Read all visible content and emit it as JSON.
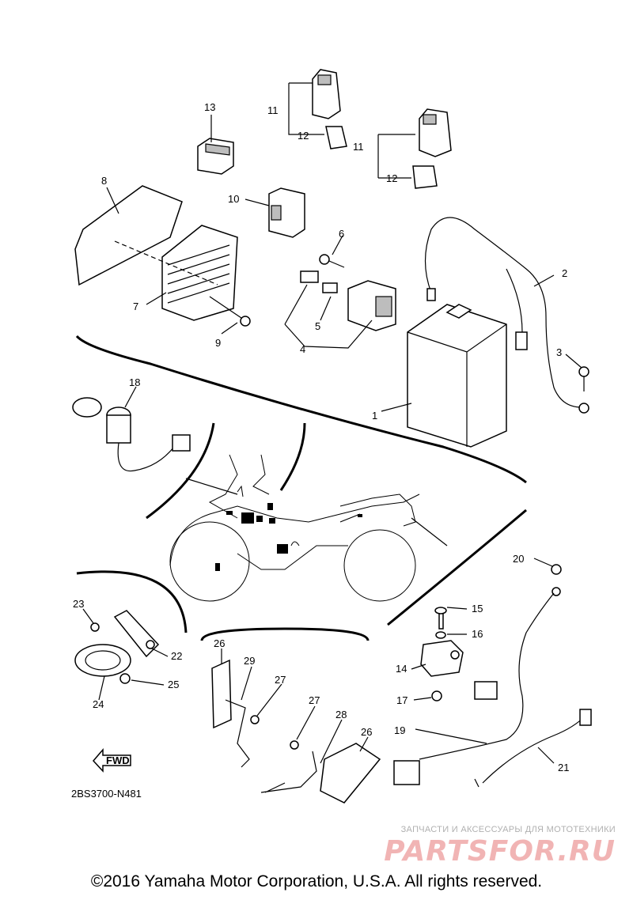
{
  "callouts": {
    "c1": "1",
    "c2": "2",
    "c3": "3",
    "c4": "4",
    "c5": "5",
    "c6": "6",
    "c7": "7",
    "c8": "8",
    "c9": "9",
    "c10": "10",
    "c11a": "11",
    "c11b": "11",
    "c12a": "12",
    "c12b": "12",
    "c13": "13",
    "c14": "14",
    "c15": "15",
    "c16": "16",
    "c17": "17",
    "c18": "18",
    "c19": "19",
    "c20": "20",
    "c21": "21",
    "c22": "22",
    "c23": "23",
    "c24": "24",
    "c25": "25",
    "c26a": "26",
    "c26b": "26",
    "c27a": "27",
    "c27b": "27",
    "c28": "28",
    "c29": "29"
  },
  "fwd_label": "FWD",
  "diagram_code": "2BS3700-N481",
  "copyright": "©2016 Yamaha Motor Corporation, U.S.A. All rights reserved.",
  "watermark": {
    "tagline": "ЗАПЧАСТИ И АКСЕССУАРЫ ДЛЯ МОТОТЕХНИКИ",
    "logo": "PARTSFOR.RU",
    "color": "#d72828"
  }
}
